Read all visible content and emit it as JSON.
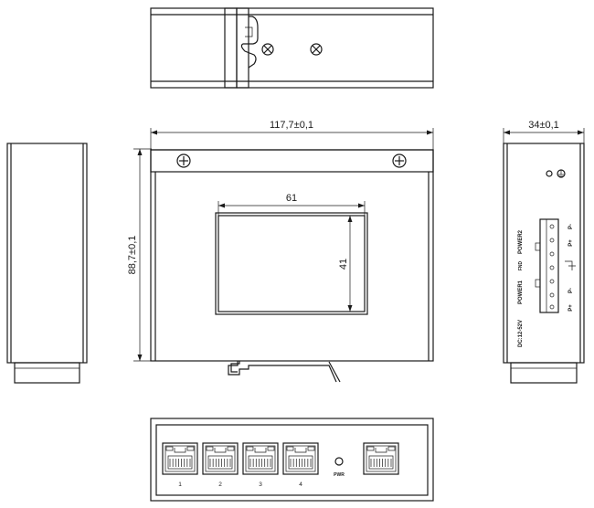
{
  "dimensions": {
    "width": "117,7±0,1",
    "height": "88,7±0,1",
    "depth": "34±0,1",
    "window_width": "61",
    "window_height": "41"
  },
  "side_panel": {
    "power2_label": "POWER2",
    "fnd_label": "FND",
    "power1_label": "POWER1",
    "voltage_label": "DC:12-52V",
    "pin_labels": [
      "P-",
      "P+",
      "P-",
      "P+"
    ]
  },
  "front_panel": {
    "port_numbers": [
      "1",
      "2",
      "3",
      "4"
    ],
    "pwr_label": "PWR"
  }
}
